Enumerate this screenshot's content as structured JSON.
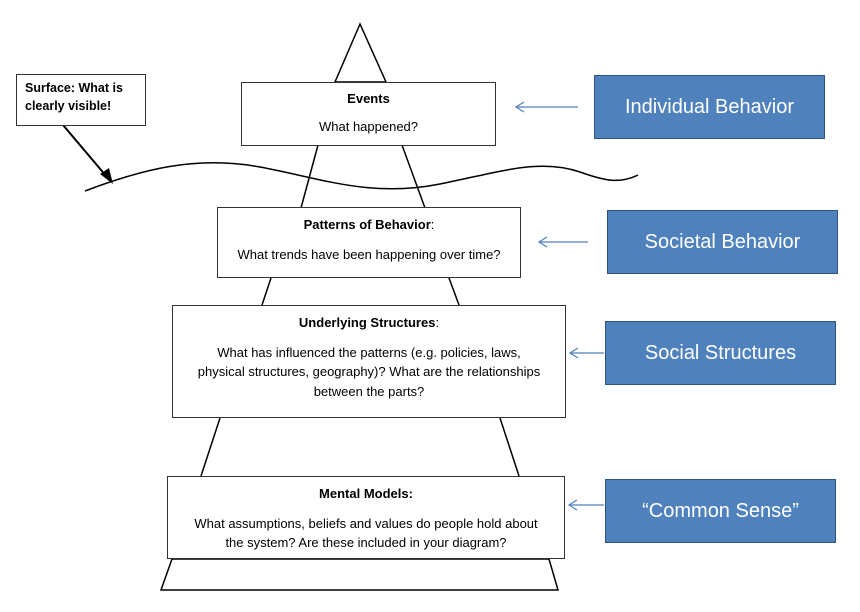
{
  "surface_note": {
    "line1": "Surface: What is",
    "line2": "clearly visible!"
  },
  "levels": [
    {
      "title": "Events",
      "title_suffix": "",
      "question_lines": [
        "What happened?"
      ]
    },
    {
      "title": "Patterns of Behavior",
      "title_suffix": ":",
      "question_lines": [
        "What trends have been happening over time?"
      ]
    },
    {
      "title": "Underlying Structures",
      "title_suffix": ":",
      "question_lines": [
        "What has influenced the patterns (e.g. policies, laws,",
        "physical structures, geography)? What are the relationships",
        "between the parts?"
      ]
    },
    {
      "title": "Mental Models:",
      "title_suffix": "",
      "question_lines": [
        "What assumptions, beliefs and values do people hold about",
        "the system? Are these included in your diagram?"
      ]
    }
  ],
  "labels": [
    "Individual Behavior",
    "Societal Behavior",
    "Social Structures",
    "“Common Sense”"
  ],
  "colors": {
    "label_fill": "#4f81bd",
    "label_border": "#2c5382",
    "arrow": "#4f81bd",
    "lines": "#000000"
  }
}
